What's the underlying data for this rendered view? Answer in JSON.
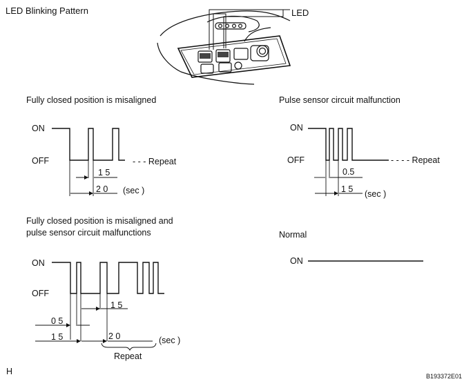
{
  "page_title": "LED Blinking Pattern",
  "figure_id": "B193372E01",
  "corner_mark": "H",
  "led_label": "LED",
  "diagrams": {
    "d1": {
      "title": "Fully closed position is misaligned",
      "on": "ON",
      "off": "OFF",
      "repeat": "- - - Repeat",
      "dim_short": "1 5",
      "dim_long": "2 0",
      "unit": "(sec )"
    },
    "d2": {
      "title": "Pulse sensor circuit malfunction",
      "on": "ON",
      "off": "OFF",
      "repeat": "- - - - Repeat",
      "dim_short": "0.5",
      "dim_long": "1 5",
      "unit": "(sec )"
    },
    "d3": {
      "title_line1": "Fully closed position is misaligned and",
      "title_line2": "pulse sensor circuit malfunctions",
      "on": "ON",
      "off": "OFF",
      "dim_a": "0 5",
      "dim_b": "1 5",
      "dim_c": "1 5",
      "dim_d": "2 0",
      "unit": "(sec )",
      "repeat": "Repeat"
    },
    "d4": {
      "title": "Normal",
      "on": "ON"
    }
  }
}
